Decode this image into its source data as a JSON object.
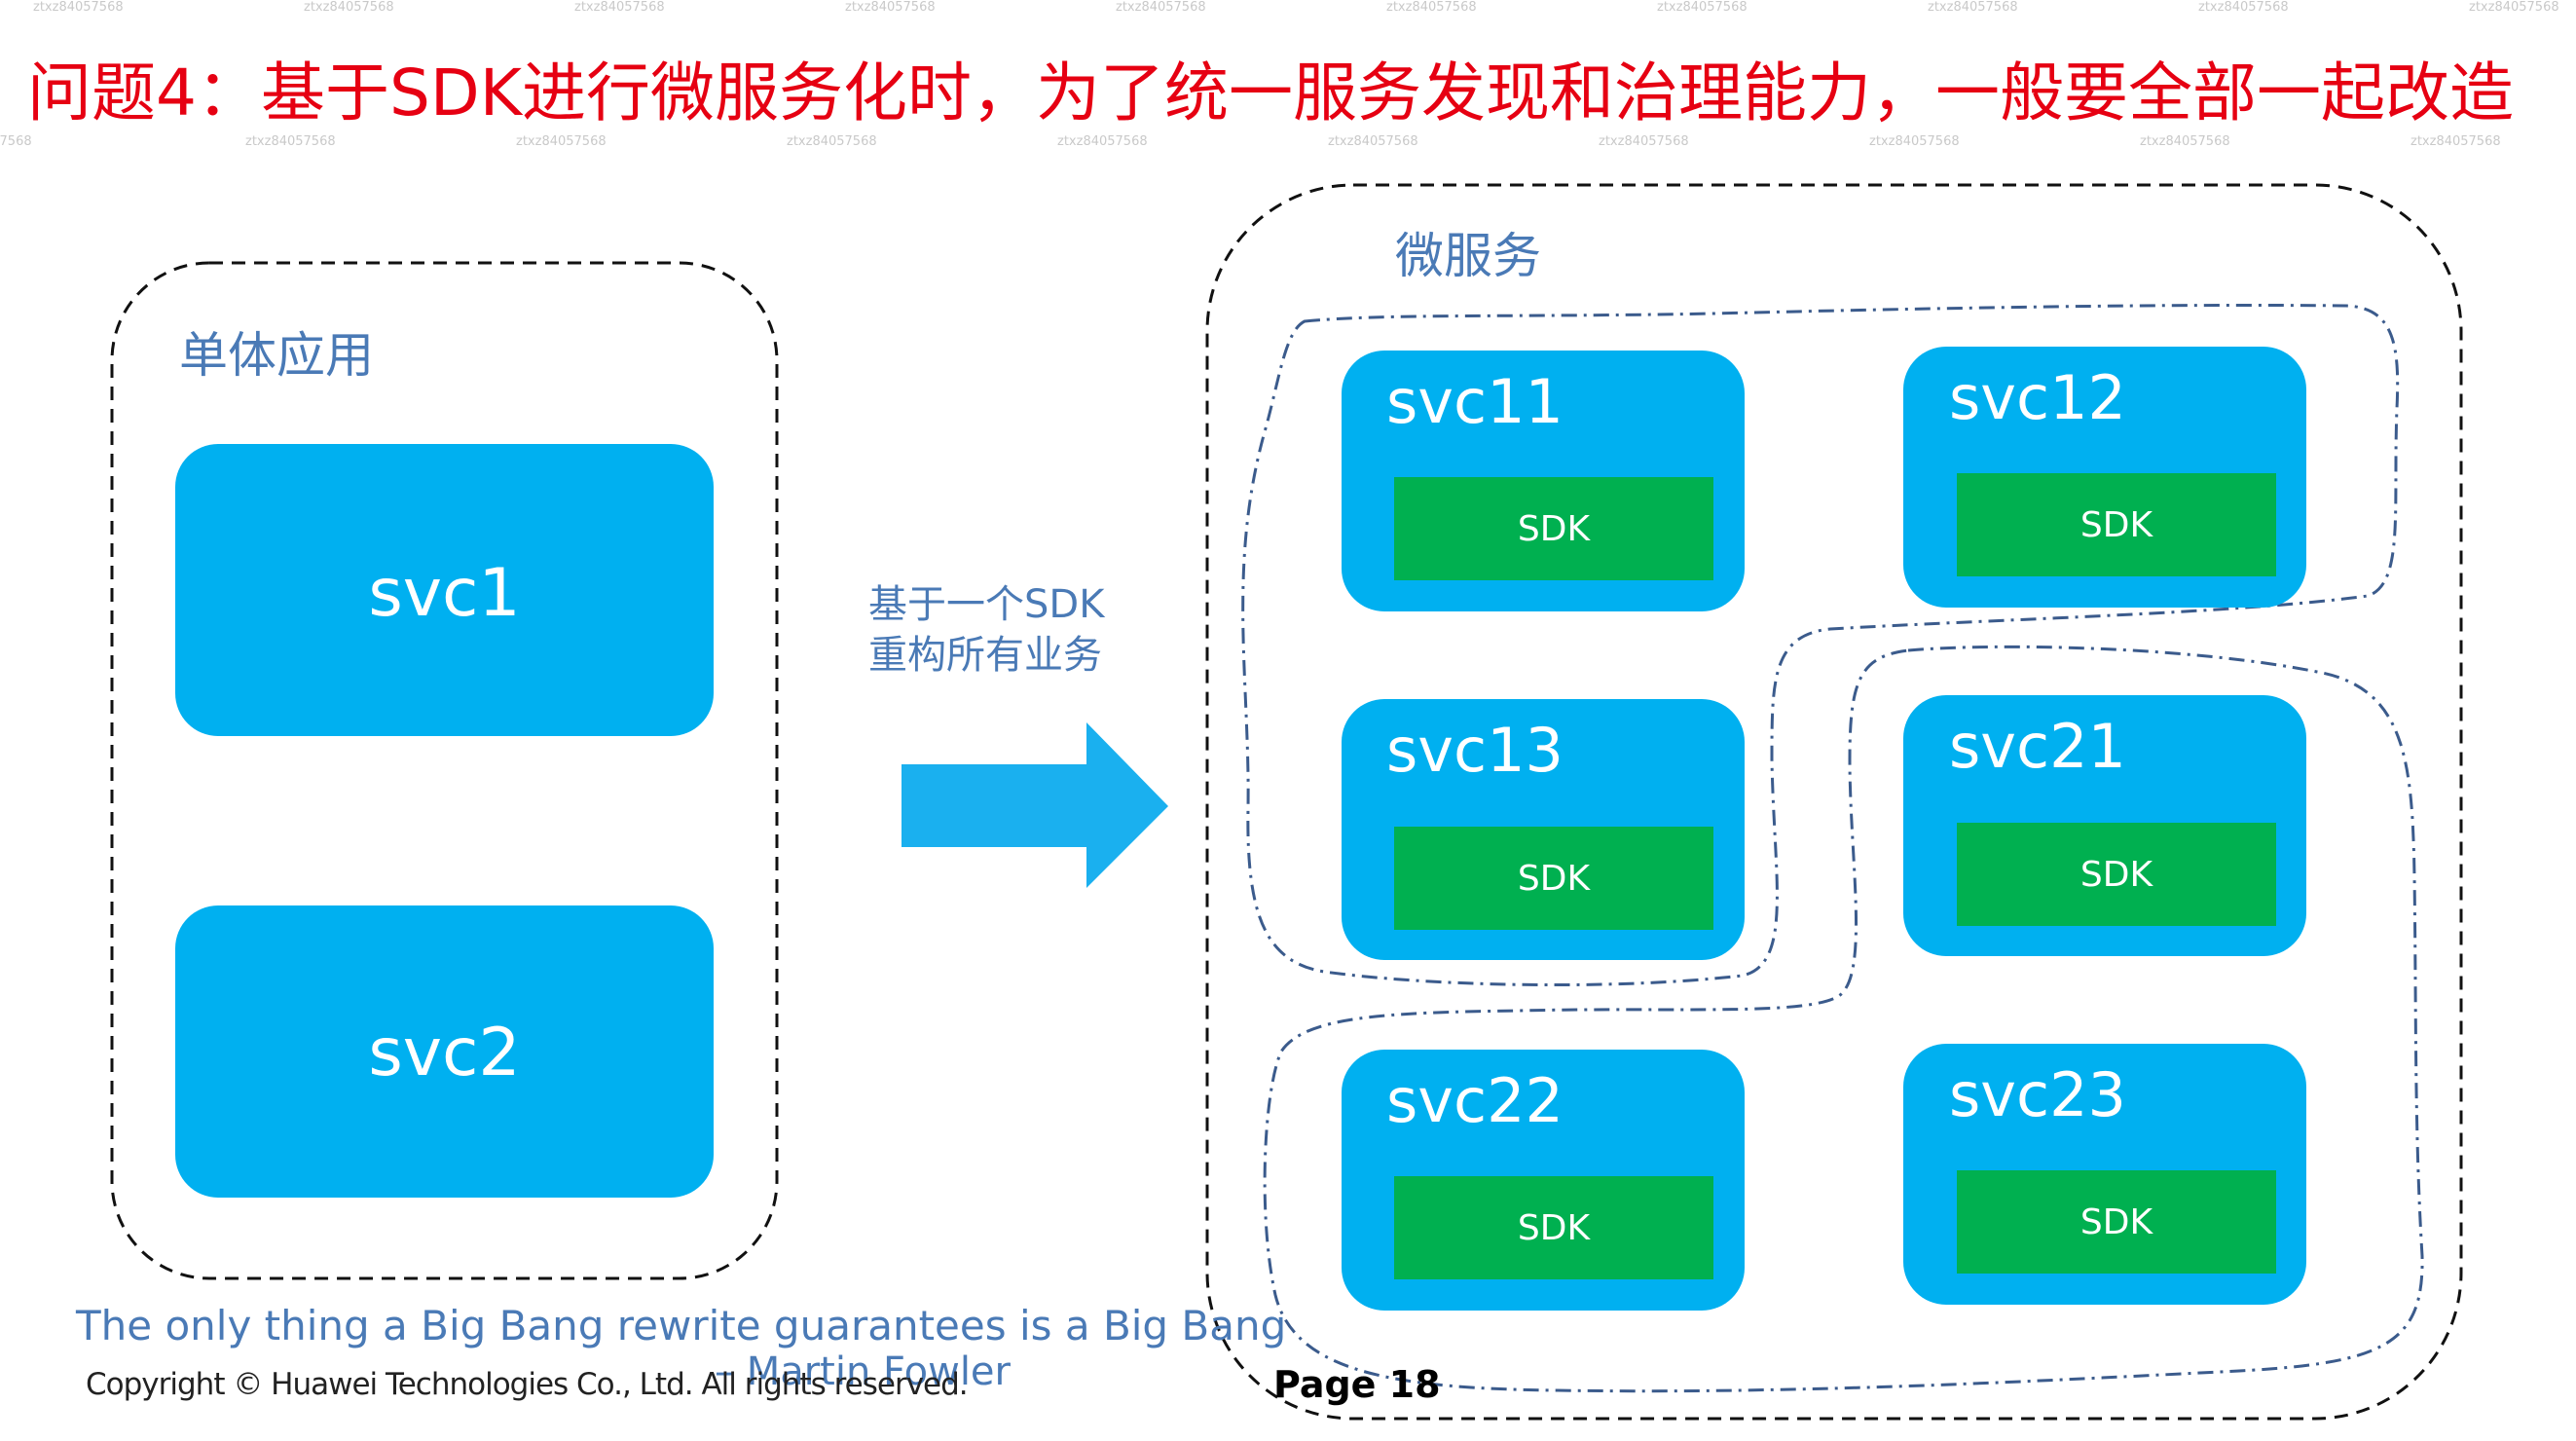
{
  "title": "问题4：基于SDK进行微服务化时，为了统一服务发现和治理能力，一般要全部一起改造",
  "watermark": "ztxz84057568",
  "monolith": {
    "label": "单体应用",
    "services": [
      "svc1",
      "svc2"
    ]
  },
  "arrow_label": {
    "line1": "基于一个SDK",
    "line2": "重构所有业务"
  },
  "microservices": {
    "label": "微服务",
    "services": [
      {
        "name": "svc11",
        "sdk": "SDK"
      },
      {
        "name": "svc12",
        "sdk": "SDK"
      },
      {
        "name": "svc13",
        "sdk": "SDK"
      },
      {
        "name": "svc21",
        "sdk": "SDK"
      },
      {
        "name": "svc22",
        "sdk": "SDK"
      },
      {
        "name": "svc23",
        "sdk": "SDK"
      }
    ]
  },
  "quote": "The only thing a Big Bang rewrite guarantees is a Big Bang",
  "quote_author": "– Martin Fowler",
  "copyright": "Copyright © Huawei Technologies Co., Ltd. All rights reserved.",
  "page": "Page 18",
  "colors": {
    "title": "#e60012",
    "service_box": "#00b0f0",
    "sdk_box": "#00b050",
    "label": "#4a7ab6",
    "arrow": "#1ab0ef",
    "group_outline": "#3b5b8c"
  }
}
